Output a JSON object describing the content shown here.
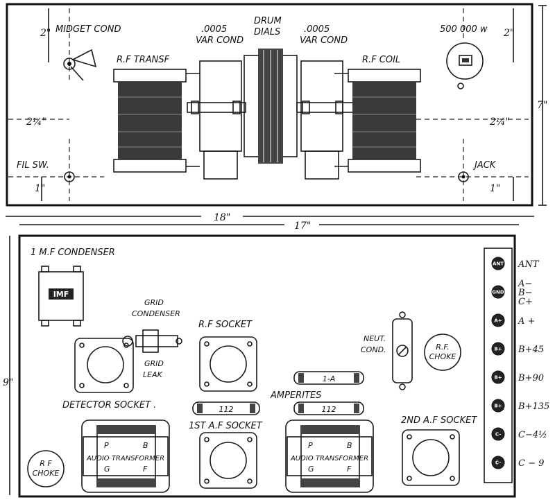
{
  "front_panel": {
    "labels": {
      "midget_cond": "MIDGET COND",
      "rf_transf": "R.F TRANSF",
      "var_cond_left_1": ".0005",
      "var_cond_left_2": "VAR COND",
      "drum_1": "DRUM",
      "drum_2": "DIALS",
      "var_cond_right_1": ".0005",
      "var_cond_right_2": "VAR COND",
      "rf_coil": "R.F COIL",
      "resistor": "500 000 w",
      "fil_sw": "FIL SW.",
      "jack": "JACK"
    },
    "dimensions": {
      "top_left": "2\"",
      "top_right": "2\"",
      "side_left": "2¼\"",
      "side_right": "2¼\"",
      "bottom_left": "1\"",
      "bottom_right": "1\"",
      "height": "7\"",
      "width_outer": "18\"",
      "width_inner": "17\""
    }
  },
  "baseboard": {
    "labels": {
      "condenser_title": "1 M.F CONDENSER",
      "condenser_tag": "IMF",
      "grid_condenser_1": "GRID",
      "grid_condenser_2": "CONDENSER",
      "grid_leak_1": "GRID",
      "grid_leak_2": "LEAK",
      "detector_socket": "DETECTOR SOCKET .",
      "rf_socket": "R.F SOCKET",
      "amperites": "AMPERITES",
      "tube_1a": "1-A",
      "tube_112_left": "112",
      "tube_112_right": "112",
      "first_af_socket": "1ST A.F SOCKET",
      "second_af_socket": "2ND A.F SOCKET",
      "neut_cond_1": "NEUT.",
      "neut_cond_2": "COND.",
      "rf_choke_right_1": "R.F.",
      "rf_choke_right_2": "CHOKE",
      "rf_choke_left_1": "R F",
      "rf_choke_left_2": "CHOKE",
      "audio_transformer": "AUDIO TRANSFORMER",
      "pin_p": "P",
      "pin_b": "B",
      "pin_g": "G",
      "pin_f": "F"
    },
    "dimension_height": "9\"",
    "terminals": [
      {
        "tag": "ANT",
        "label": "ANT"
      },
      {
        "tag": "GND",
        "label": "A−\nB−\nC+"
      },
      {
        "tag": "A+",
        "label": "A +"
      },
      {
        "tag": "B+",
        "label": "B+45"
      },
      {
        "tag": "B+",
        "label": "B+90"
      },
      {
        "tag": "B+",
        "label": "B+135"
      },
      {
        "tag": "C-",
        "label": "C−4½"
      },
      {
        "tag": "C-",
        "label": "C − 9"
      }
    ]
  }
}
